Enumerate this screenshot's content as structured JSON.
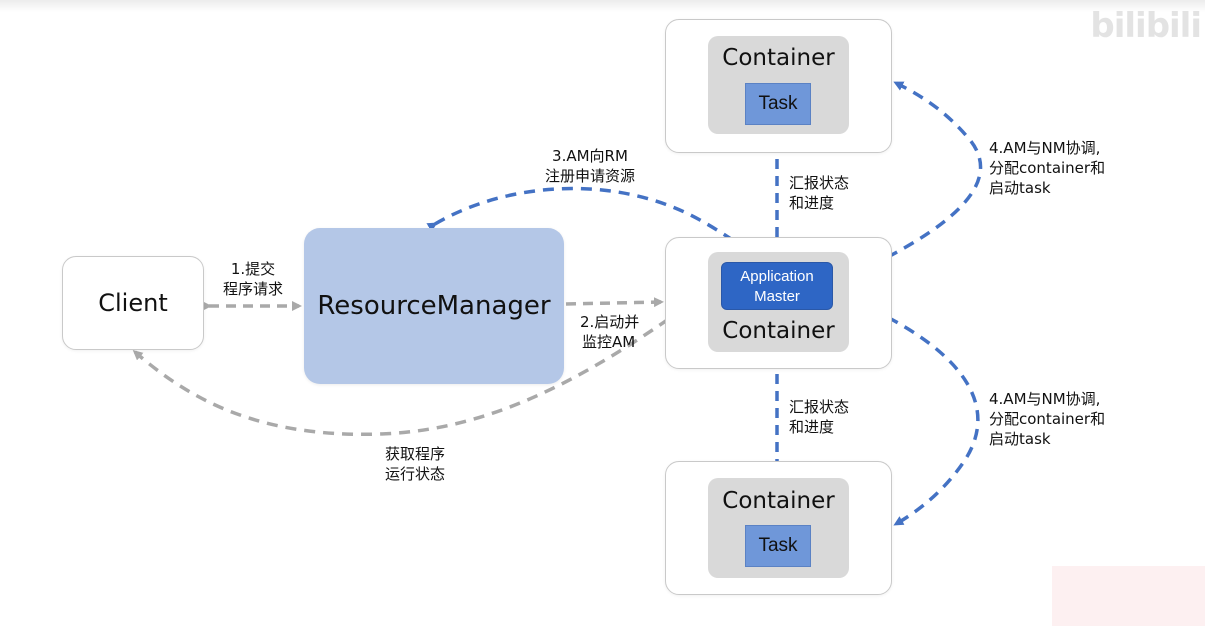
{
  "watermark": {
    "text": "bilibili"
  },
  "nodes": {
    "client": "Client",
    "resource_manager": "ResourceManager",
    "container_top": {
      "title": "Container",
      "task": "Task"
    },
    "container_middle": {
      "title": "Container",
      "app_master_line1": "Application",
      "app_master_line2": "Master"
    },
    "container_bottom": {
      "title": "Container",
      "task": "Task"
    }
  },
  "edges": {
    "submit": {
      "line1": "1.提交",
      "line2": "程序请求"
    },
    "launch_am": {
      "line1": "2.启动并",
      "line2": "监控AM"
    },
    "register": {
      "line1": "3.AM向RM",
      "line2": "注册申请资源"
    },
    "allocate_top": {
      "line1": "4.AM与NM协调,",
      "line2": "分配container和",
      "line3": "启动task"
    },
    "allocate_bottom": {
      "line1": "4.AM与NM协调,",
      "line2": "分配container和",
      "line3": "启动task"
    },
    "report_top": {
      "line1": "汇报状态",
      "line2": "和进度"
    },
    "report_bottom": {
      "line1": "汇报状态",
      "line2": "和进度"
    },
    "status": {
      "line1": "获取程序",
      "line2": "运行状态"
    }
  },
  "colors": {
    "blue_dash": "#4472c4",
    "gray_dash": "#a9a9a9",
    "rm_fill": "#b4c7e7",
    "task_fill": "#6f97d9",
    "am_fill": "#2e66c5",
    "container_fill": "#d9d9d9"
  }
}
